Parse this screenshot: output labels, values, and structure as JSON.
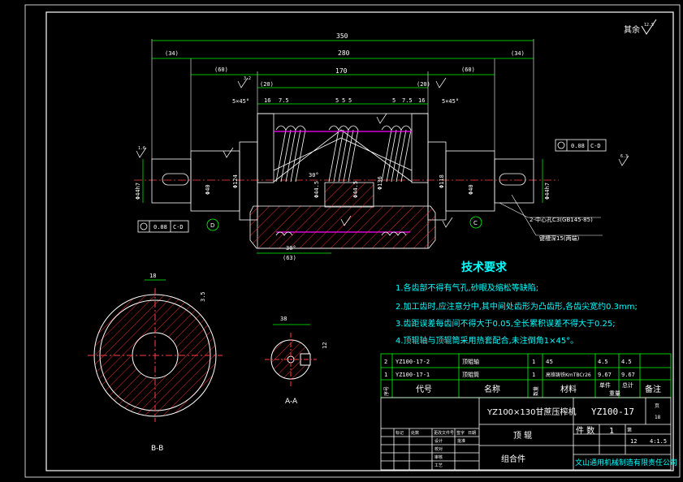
{
  "colors": {
    "background": "#000000",
    "frame": "#ffffff",
    "dimension": "#00ff00",
    "hatch": "#ff3030",
    "gear_mark": "#ff00ff",
    "centerline": "#ff4040",
    "table_line": "#00ff00",
    "note_text": "#00ffff",
    "title_text": "#ffffff"
  },
  "roughness_note": {
    "label": "其余",
    "value": "12.5"
  },
  "dimensions": {
    "overall": "350",
    "span": "280",
    "left_end": "(34)",
    "right_end": "(34)",
    "left_sub": "(60)",
    "right_sub": "(60)",
    "middle": "170",
    "left_20": "(20)",
    "right_20": "(20)",
    "chamfer_left": "5×45°",
    "chamfer_right": "5×45°",
    "m16_l": "16",
    "m75_l": "7.5",
    "m5a": "5",
    "m5b": "5",
    "m5c": "5",
    "m5d": "5",
    "m75_r": "7.5",
    "m16_r": "16",
    "angle": "30°",
    "angle2": "30°",
    "dia_left_shaft": "Φ44h7",
    "dia_left_journal": "Φ40",
    "dia_124": "Φ124",
    "dia_mid1": "Φ44.5",
    "dia_mid2": "Φ44.5",
    "dia_136": "Φ136",
    "dia_118": "Φ118",
    "dia_right_journal": "Φ40",
    "dia_right_shaft": "Φ44h7",
    "bottom_63": "(63)",
    "ref_d": "D",
    "ref_c": "C",
    "tol_left": "0.08",
    "tol_left_ref": "C-D",
    "tol_right": "0.08",
    "tol_right_ref": "C-D",
    "note_center": "2-中心孔C3(GB145-85)",
    "note_key": "键槽深15(两端)",
    "section_dim_w": "18",
    "section_dim_h": "3.5",
    "aa_dim_top": "38",
    "aa_dim_side": "12",
    "roughness_val": "3.2",
    "roughness_val2": "1.6",
    "roughness_val3": "6.3"
  },
  "views": {
    "section_bb": "B-B",
    "section_aa": "A-A"
  },
  "tech": {
    "title": "技术要求",
    "items": [
      "1.各齿部不得有气孔,砂眼及缩松等缺陷;",
      "2.加工齿时,应注意分中,其中间处齿形为凸齿形,各齿尖宽约0.3mm;",
      "3.齿距误差每齿间不得大于0.05,全长累积误差不得大于0.25;",
      "4.顶辊轴与顶辊筒采用热套配合,未注倒角1×45°。"
    ]
  },
  "parts": [
    {
      "no": "2",
      "code": "YZ100-17-2",
      "name": "顶辊轴",
      "qty": "1",
      "material": "45",
      "single": "4.5",
      "total": "4.5"
    },
    {
      "no": "1",
      "code": "YZ100-17-1",
      "name": "顶辊筒",
      "qty": "1",
      "material": "高铬铸铁KmTBCr26",
      "single": "9.67",
      "total": "9.67"
    }
  ],
  "parts_header": {
    "no": "序号",
    "code": "代号",
    "name": "名称",
    "qty": "数量",
    "material": "材料",
    "single": "单件",
    "total": "总计",
    "weight": "重量",
    "remark": "备注"
  },
  "title_block": {
    "machine": "YZ100×130甘蔗压榨机",
    "drawing_no": "YZ100-17",
    "part_name": "顶 辊",
    "assembly": "组合件",
    "count_label": "件 数",
    "count": "1",
    "sheet_label": "第",
    "sheet_total": "12",
    "scale": "4:1.5",
    "page_label": "页",
    "page_no": "18",
    "company": "文山通用机械制造有限责任公司",
    "rev_rows": [
      "标记",
      "处数",
      "更改文件号",
      "签字",
      "日期"
    ],
    "sign_rows": [
      "设计",
      "校对",
      "审核",
      "工艺",
      "批准"
    ]
  }
}
